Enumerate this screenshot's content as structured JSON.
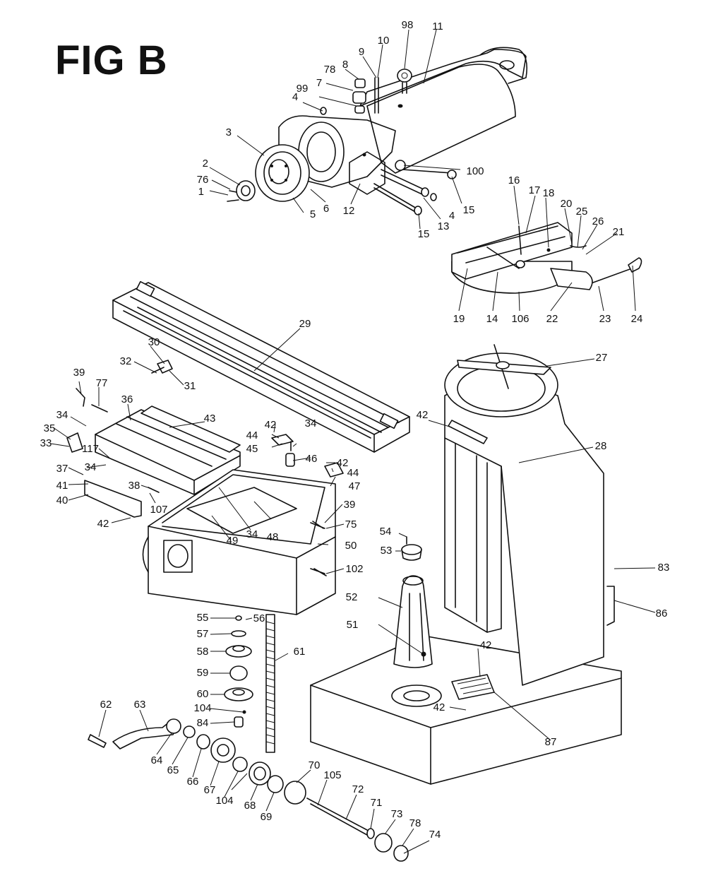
{
  "figure": {
    "title": "FIG B"
  },
  "callouts": [
    {
      "id": "c1",
      "text": "1"
    },
    {
      "id": "c2",
      "text": "2"
    },
    {
      "id": "c3",
      "text": "3"
    },
    {
      "id": "c4a",
      "text": "4"
    },
    {
      "id": "c5",
      "text": "5"
    },
    {
      "id": "c6",
      "text": "6"
    },
    {
      "id": "c7",
      "text": "7"
    },
    {
      "id": "c8",
      "text": "8"
    },
    {
      "id": "c9",
      "text": "9"
    },
    {
      "id": "c10",
      "text": "10"
    },
    {
      "id": "c11",
      "text": "11"
    },
    {
      "id": "c12",
      "text": "12"
    },
    {
      "id": "c13",
      "text": "13"
    },
    {
      "id": "c4b",
      "text": "4"
    },
    {
      "id": "c14",
      "text": "14"
    },
    {
      "id": "c15a",
      "text": "15"
    },
    {
      "id": "c15b",
      "text": "15"
    },
    {
      "id": "c16",
      "text": "16"
    },
    {
      "id": "c17",
      "text": "17"
    },
    {
      "id": "c18",
      "text": "18"
    },
    {
      "id": "c19",
      "text": "19"
    },
    {
      "id": "c20",
      "text": "20"
    },
    {
      "id": "c21",
      "text": "21"
    },
    {
      "id": "c22",
      "text": "22"
    },
    {
      "id": "c23",
      "text": "23"
    },
    {
      "id": "c24",
      "text": "24"
    },
    {
      "id": "c25",
      "text": "25"
    },
    {
      "id": "c26",
      "text": "26"
    },
    {
      "id": "c27",
      "text": "27"
    },
    {
      "id": "c28",
      "text": "28"
    },
    {
      "id": "c29",
      "text": "29"
    },
    {
      "id": "c30",
      "text": "30"
    },
    {
      "id": "c31",
      "text": "31"
    },
    {
      "id": "c32",
      "text": "32"
    },
    {
      "id": "c33",
      "text": "33"
    },
    {
      "id": "c34a",
      "text": "34"
    },
    {
      "id": "c34b",
      "text": "34"
    },
    {
      "id": "c34c",
      "text": "34"
    },
    {
      "id": "c34d",
      "text": "34"
    },
    {
      "id": "c35",
      "text": "35"
    },
    {
      "id": "c36",
      "text": "36"
    },
    {
      "id": "c37",
      "text": "37"
    },
    {
      "id": "c38",
      "text": "38"
    },
    {
      "id": "c39a",
      "text": "39"
    },
    {
      "id": "c39b",
      "text": "39"
    },
    {
      "id": "c40",
      "text": "40"
    },
    {
      "id": "c41",
      "text": "41"
    },
    {
      "id": "c42a",
      "text": "42"
    },
    {
      "id": "c42b",
      "text": "42"
    },
    {
      "id": "c42c",
      "text": "42"
    },
    {
      "id": "c42d",
      "text": "42"
    },
    {
      "id": "c42e",
      "text": "42"
    },
    {
      "id": "c42f",
      "text": "42"
    },
    {
      "id": "c43",
      "text": "43"
    },
    {
      "id": "c44a",
      "text": "44"
    },
    {
      "id": "c44b",
      "text": "44"
    },
    {
      "id": "c45",
      "text": "45"
    },
    {
      "id": "c46",
      "text": "46"
    },
    {
      "id": "c47",
      "text": "47"
    },
    {
      "id": "c48",
      "text": "48"
    },
    {
      "id": "c49",
      "text": "49"
    },
    {
      "id": "c50",
      "text": "50"
    },
    {
      "id": "c51",
      "text": "51"
    },
    {
      "id": "c52",
      "text": "52"
    },
    {
      "id": "c53",
      "text": "53"
    },
    {
      "id": "c54",
      "text": "54"
    },
    {
      "id": "c55",
      "text": "55"
    },
    {
      "id": "c56",
      "text": "56"
    },
    {
      "id": "c57",
      "text": "57"
    },
    {
      "id": "c58",
      "text": "58"
    },
    {
      "id": "c59",
      "text": "59"
    },
    {
      "id": "c60",
      "text": "60"
    },
    {
      "id": "c61",
      "text": "61"
    },
    {
      "id": "c62",
      "text": "62"
    },
    {
      "id": "c63",
      "text": "63"
    },
    {
      "id": "c64",
      "text": "64"
    },
    {
      "id": "c65",
      "text": "65"
    },
    {
      "id": "c66",
      "text": "66"
    },
    {
      "id": "c67",
      "text": "67"
    },
    {
      "id": "c68",
      "text": "68"
    },
    {
      "id": "c69",
      "text": "69"
    },
    {
      "id": "c70",
      "text": "70"
    },
    {
      "id": "c71",
      "text": "71"
    },
    {
      "id": "c72",
      "text": "72"
    },
    {
      "id": "c73",
      "text": "73"
    },
    {
      "id": "c74",
      "text": "74"
    },
    {
      "id": "c75",
      "text": "75"
    },
    {
      "id": "c76",
      "text": "76"
    },
    {
      "id": "c77",
      "text": "77"
    },
    {
      "id": "c78a",
      "text": "78"
    },
    {
      "id": "c78b",
      "text": "78"
    },
    {
      "id": "c83",
      "text": "83"
    },
    {
      "id": "c84",
      "text": "84"
    },
    {
      "id": "c86",
      "text": "86"
    },
    {
      "id": "c87",
      "text": "87"
    },
    {
      "id": "c98",
      "text": "98"
    },
    {
      "id": "c99",
      "text": "99"
    },
    {
      "id": "c100",
      "text": "100"
    },
    {
      "id": "c102",
      "text": "102"
    },
    {
      "id": "c104a",
      "text": "104"
    },
    {
      "id": "c104b",
      "text": "104"
    },
    {
      "id": "c105",
      "text": "105"
    },
    {
      "id": "c106",
      "text": "106"
    },
    {
      "id": "c107",
      "text": "107"
    },
    {
      "id": "c117",
      "text": "117"
    }
  ]
}
